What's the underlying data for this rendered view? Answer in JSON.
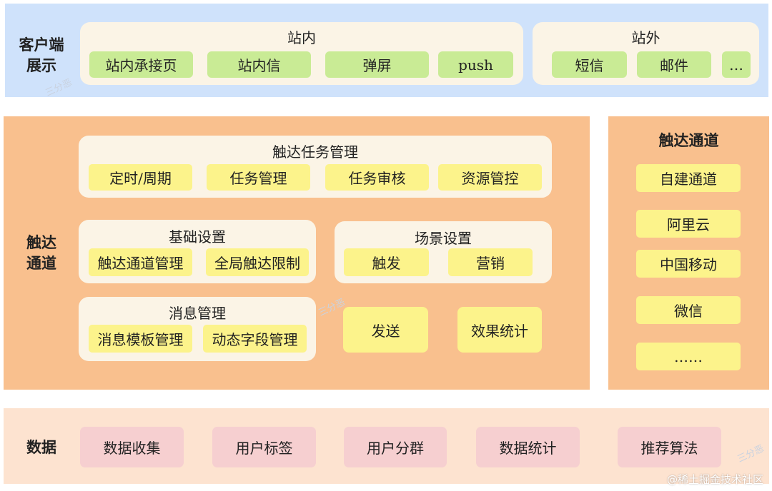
{
  "client": {
    "label": "客户端\n展示",
    "in_site": {
      "title": "站内",
      "items": [
        "站内承接页",
        "站内信",
        "弹屏",
        "push"
      ]
    },
    "out_site": {
      "title": "站外",
      "items": [
        "短信",
        "邮件",
        "…"
      ]
    }
  },
  "reach": {
    "label": "触达\n通道",
    "task_mgmt": {
      "title": "触达任务管理",
      "items": [
        "定时/周期",
        "任务管理",
        "任务审核",
        "资源管控"
      ]
    },
    "basic": {
      "title": "基础设置",
      "items": [
        "触达通道管理",
        "全局触达限制"
      ]
    },
    "scene": {
      "title": "场景设置",
      "items": [
        "触发",
        "营销"
      ]
    },
    "message": {
      "title": "消息管理",
      "items": [
        "消息模板管理",
        "动态字段管理"
      ]
    },
    "send": "发送",
    "stats": "效果统计"
  },
  "channel": {
    "title": "触达通道",
    "items": [
      "自建通道",
      "阿里云",
      "中国移动",
      "微信",
      "……"
    ]
  },
  "data": {
    "label": "数据",
    "items": [
      "数据收集",
      "用户标签",
      "用户分群",
      "数据统计",
      "推荐算法"
    ]
  },
  "watermark": "三分恶",
  "credit": "@稀土掘金技术社区",
  "colors": {
    "client_band": "#cfe2fb",
    "reach_band": "#f9c08e",
    "data_band": "#fde3d0",
    "panel": "#fbf4e6",
    "green_chip": "#c9eb95",
    "yellow_chip": "#fcf38b",
    "pink_chip": "#f6cfd0"
  }
}
